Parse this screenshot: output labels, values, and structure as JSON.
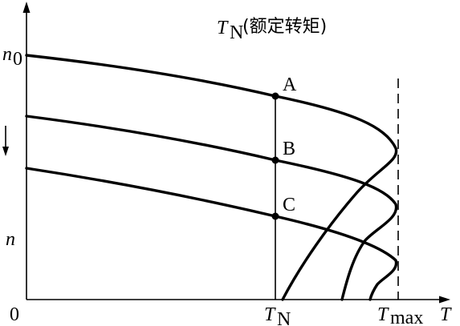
{
  "diagram": {
    "title": {
      "symbol": "T",
      "subscript": "N",
      "note": "(额定转矩)"
    },
    "y_axis": {
      "top_label": "n",
      "top_label_sub": "0",
      "mid_label": "n",
      "direction_arrow": "down-arrow-icon"
    },
    "x_axis": {
      "origin": "0",
      "rated_label": "T",
      "rated_label_sub": "N",
      "max_label": "T",
      "max_label_sub": "max",
      "end_label": "T"
    },
    "points": [
      {
        "label": "A"
      },
      {
        "label": "B"
      },
      {
        "label": "C"
      }
    ]
  }
}
